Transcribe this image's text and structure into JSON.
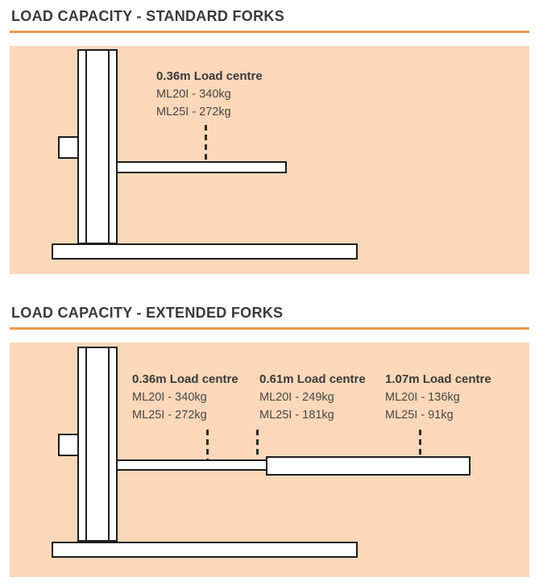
{
  "theme": {
    "accent": "#f2994a",
    "panel-bg": "#fbd8b9",
    "ink": "#1c1c1c",
    "heading": "#3a3a3a",
    "text": "#474747"
  },
  "sections": [
    {
      "title": "LOAD CAPACITY - STANDARD FORKS",
      "annotations": [
        {
          "title": "0.36m Load centre",
          "lines": [
            "ML20I - 340kg",
            "ML25I - 272kg"
          ]
        }
      ]
    },
    {
      "title": "LOAD CAPACITY - EXTENDED FORKS",
      "annotations": [
        {
          "title": "0.36m Load centre",
          "lines": [
            "ML20I - 340kg",
            "ML25I - 272kg"
          ]
        },
        {
          "title": "0.61m Load centre",
          "lines": [
            "ML20I - 249kg",
            "ML25I - 181kg"
          ]
        },
        {
          "title": "1.07m Load centre",
          "lines": [
            "ML20I - 136kg",
            "ML25I - 91kg"
          ]
        }
      ]
    }
  ]
}
